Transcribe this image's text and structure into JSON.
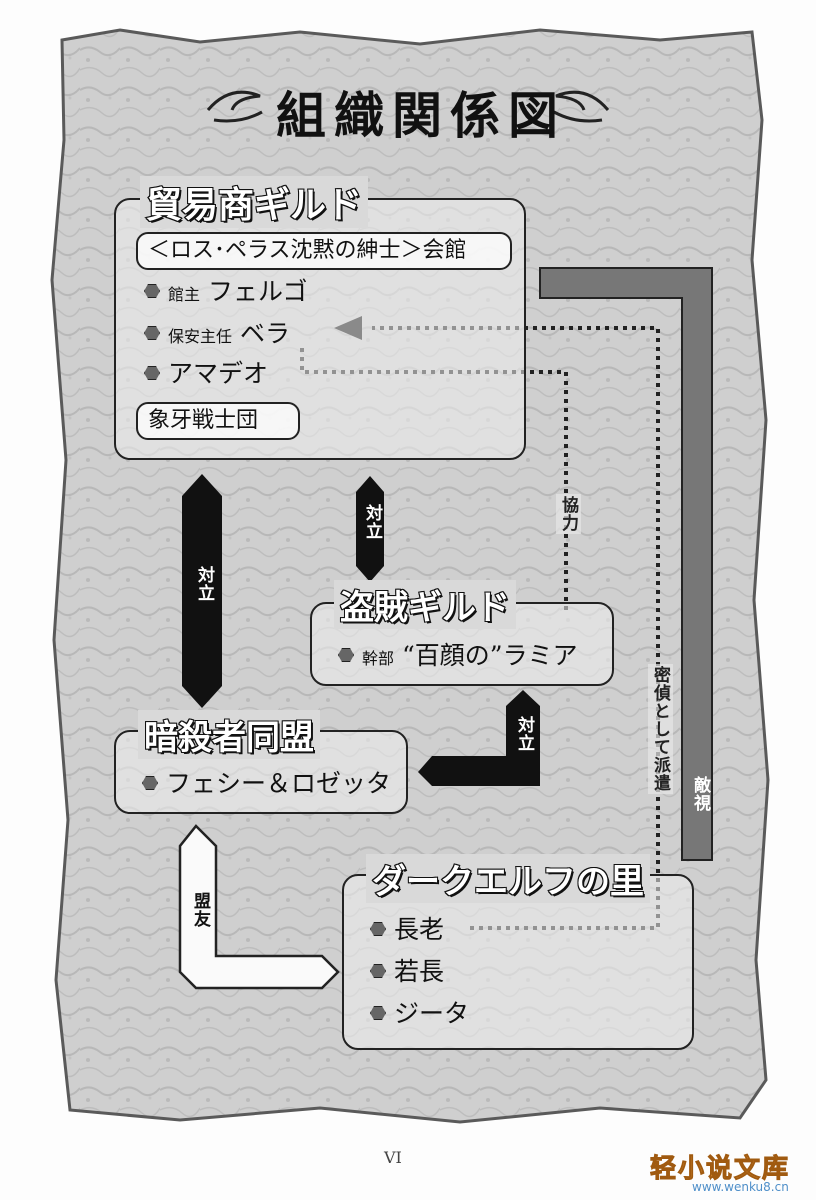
{
  "title": "組織関係図",
  "groups": {
    "trade_guild": {
      "name": "貿易商ギルド",
      "hall": "＜ロス･ペラス沈黙の紳士＞会館",
      "members": [
        {
          "role": "館主",
          "name": "フェルゴ"
        },
        {
          "role": "保安主任",
          "name": "ベラ"
        },
        {
          "role": "",
          "name": "アマデオ"
        }
      ],
      "subgroup": "象牙戦士団"
    },
    "thieves_guild": {
      "name": "盗賊ギルド",
      "members": [
        {
          "role": "幹部",
          "name": "“百顔の”ラミア"
        }
      ]
    },
    "assassins": {
      "name": "暗殺者同盟",
      "members": [
        {
          "role": "",
          "name": "フェシー＆ロゼッタ"
        }
      ]
    },
    "dark_elf": {
      "name": "ダークエルフの里",
      "members": [
        {
          "name": "長老"
        },
        {
          "name": "若長"
        },
        {
          "name": "ジータ"
        }
      ]
    }
  },
  "relations": {
    "oppose_trade_assassin": "対立",
    "oppose_trade_thieves": "対立",
    "oppose_thieves_assassin": "対立",
    "cooperation": "協力",
    "spy": "密偵として派遣",
    "hostility": "敵視",
    "alliance": "盟友"
  },
  "page_number": "VI",
  "watermark": {
    "text": "轻小说文库",
    "url": "www.wenku8.cn"
  }
}
